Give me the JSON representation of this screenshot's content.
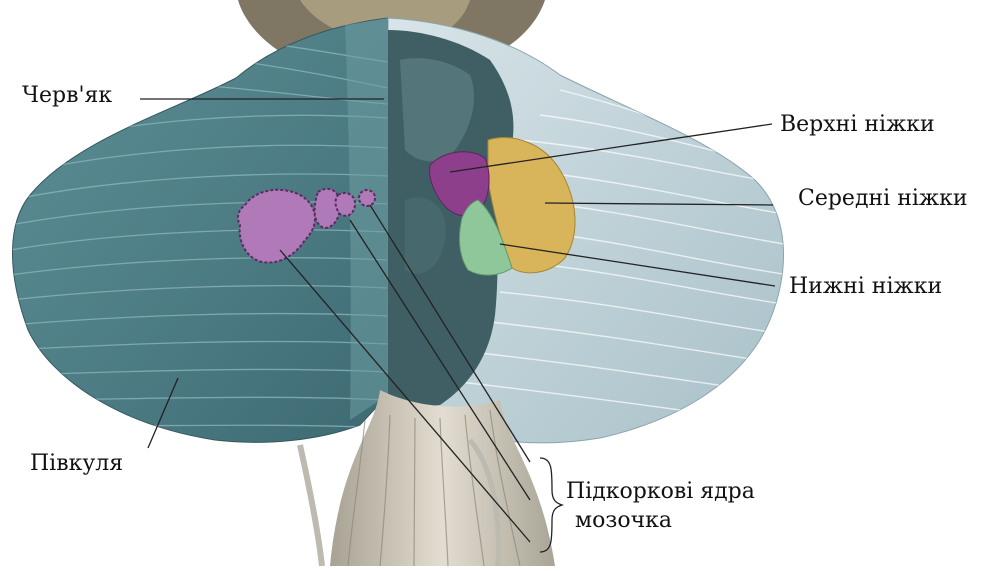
{
  "labels": {
    "vermis": "Черв'як",
    "hemisphere": "Півкуля",
    "superior_peduncles": "Верхні ніжки",
    "middle_peduncles": "Середні ніжки",
    "inferior_peduncles": "Нижні ніжки",
    "nuclei_line1": "Підкоркові ядра",
    "nuclei_line2": "мозочка"
  },
  "colors": {
    "hemisphere_left": "#4f7f86",
    "hemisphere_right": "#bccfd6",
    "brainstem": "#c7c2b5",
    "superior_peduncle": "#8e3f8c",
    "middle_peduncle": "#d8b45a",
    "inferior_peduncle": "#8fc79a",
    "nuclei": "#b07ab8"
  }
}
